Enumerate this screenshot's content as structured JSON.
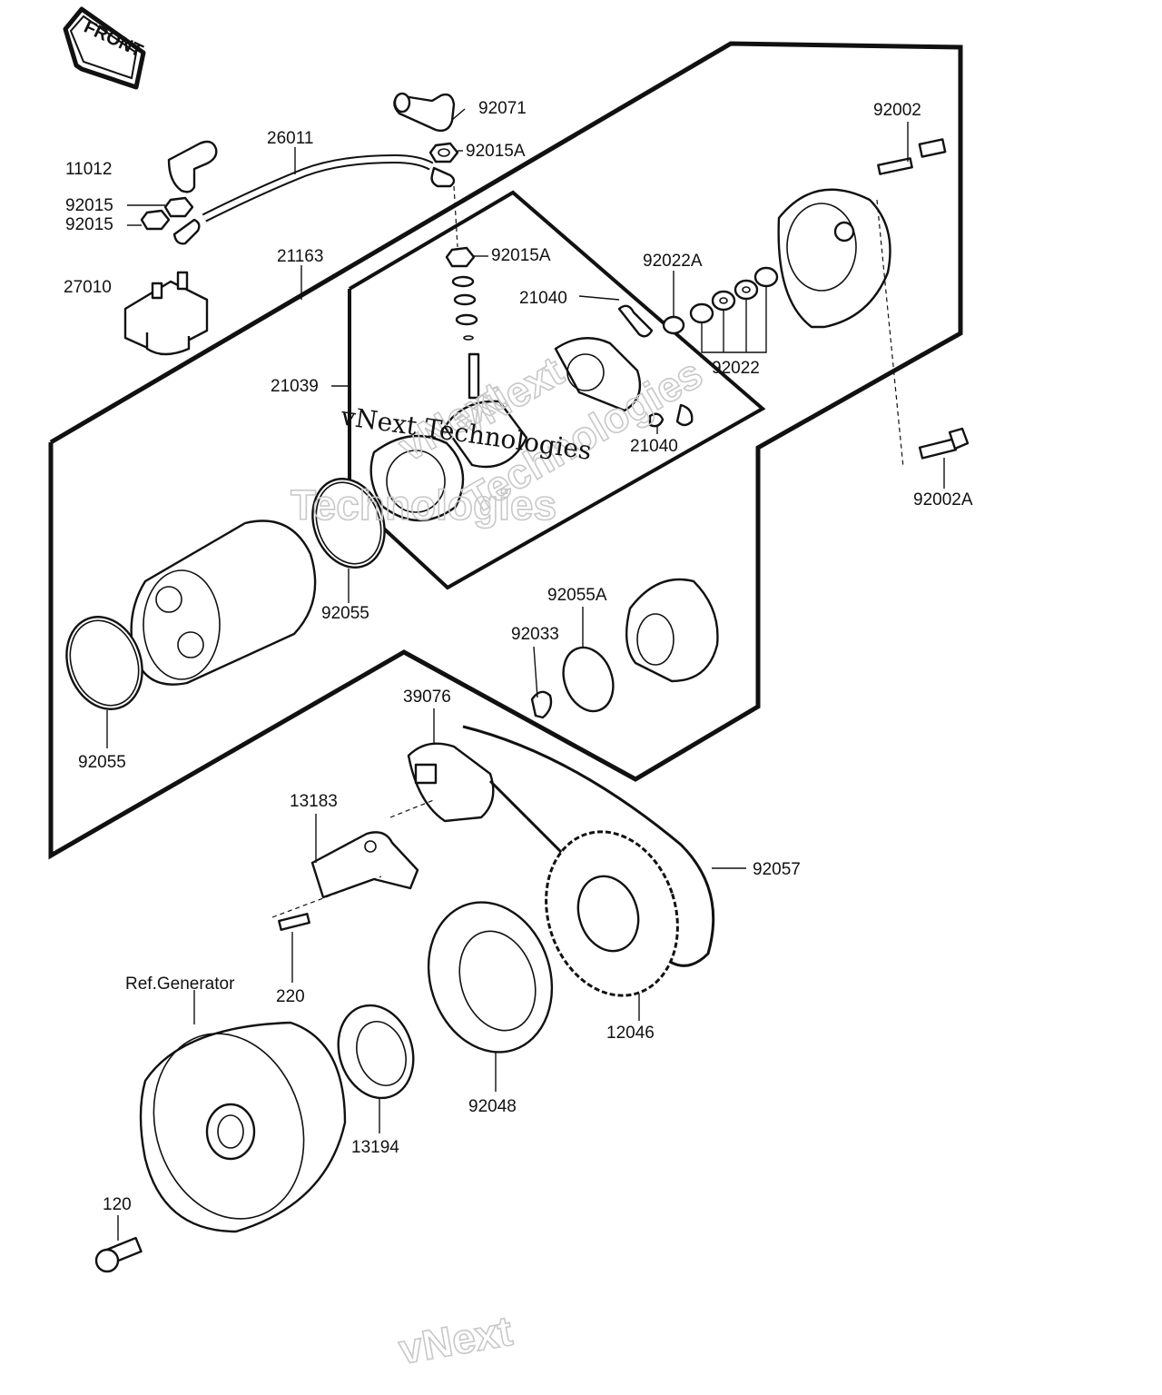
{
  "front_badge": {
    "text": "FRONT"
  },
  "watermarks": {
    "main": "vNext Technologies",
    "ghost_1": "vNext",
    "ghost_2": "Technologies",
    "ghost_3": "vNext",
    "ghost_4": "Technologies",
    "ghost_bottom": "vNext"
  },
  "part_labels": {
    "p92071": "92071",
    "p26011": "26011",
    "p92015A_top": "92015A",
    "p11012": "11012",
    "p92015_a": "92015",
    "p92015_b": "92015",
    "p21163": "21163",
    "p92015A_mid": "92015A",
    "p27010": "27010",
    "p92002": "92002",
    "p92022A": "92022A",
    "p21040_top": "21040",
    "p92022": "92022",
    "p21039": "21039",
    "p21040_bottom": "21040",
    "p92002A": "92002A",
    "p92055_mid": "92055",
    "p92055A": "92055A",
    "p92033": "92033",
    "p39076": "39076",
    "p92055_left": "92055",
    "p13183": "13183",
    "p92057": "92057",
    "p220": "220",
    "p_ref_generator": "Ref.Generator",
    "p12046": "12046",
    "p92048": "92048",
    "p13194": "13194",
    "p120": "120"
  }
}
